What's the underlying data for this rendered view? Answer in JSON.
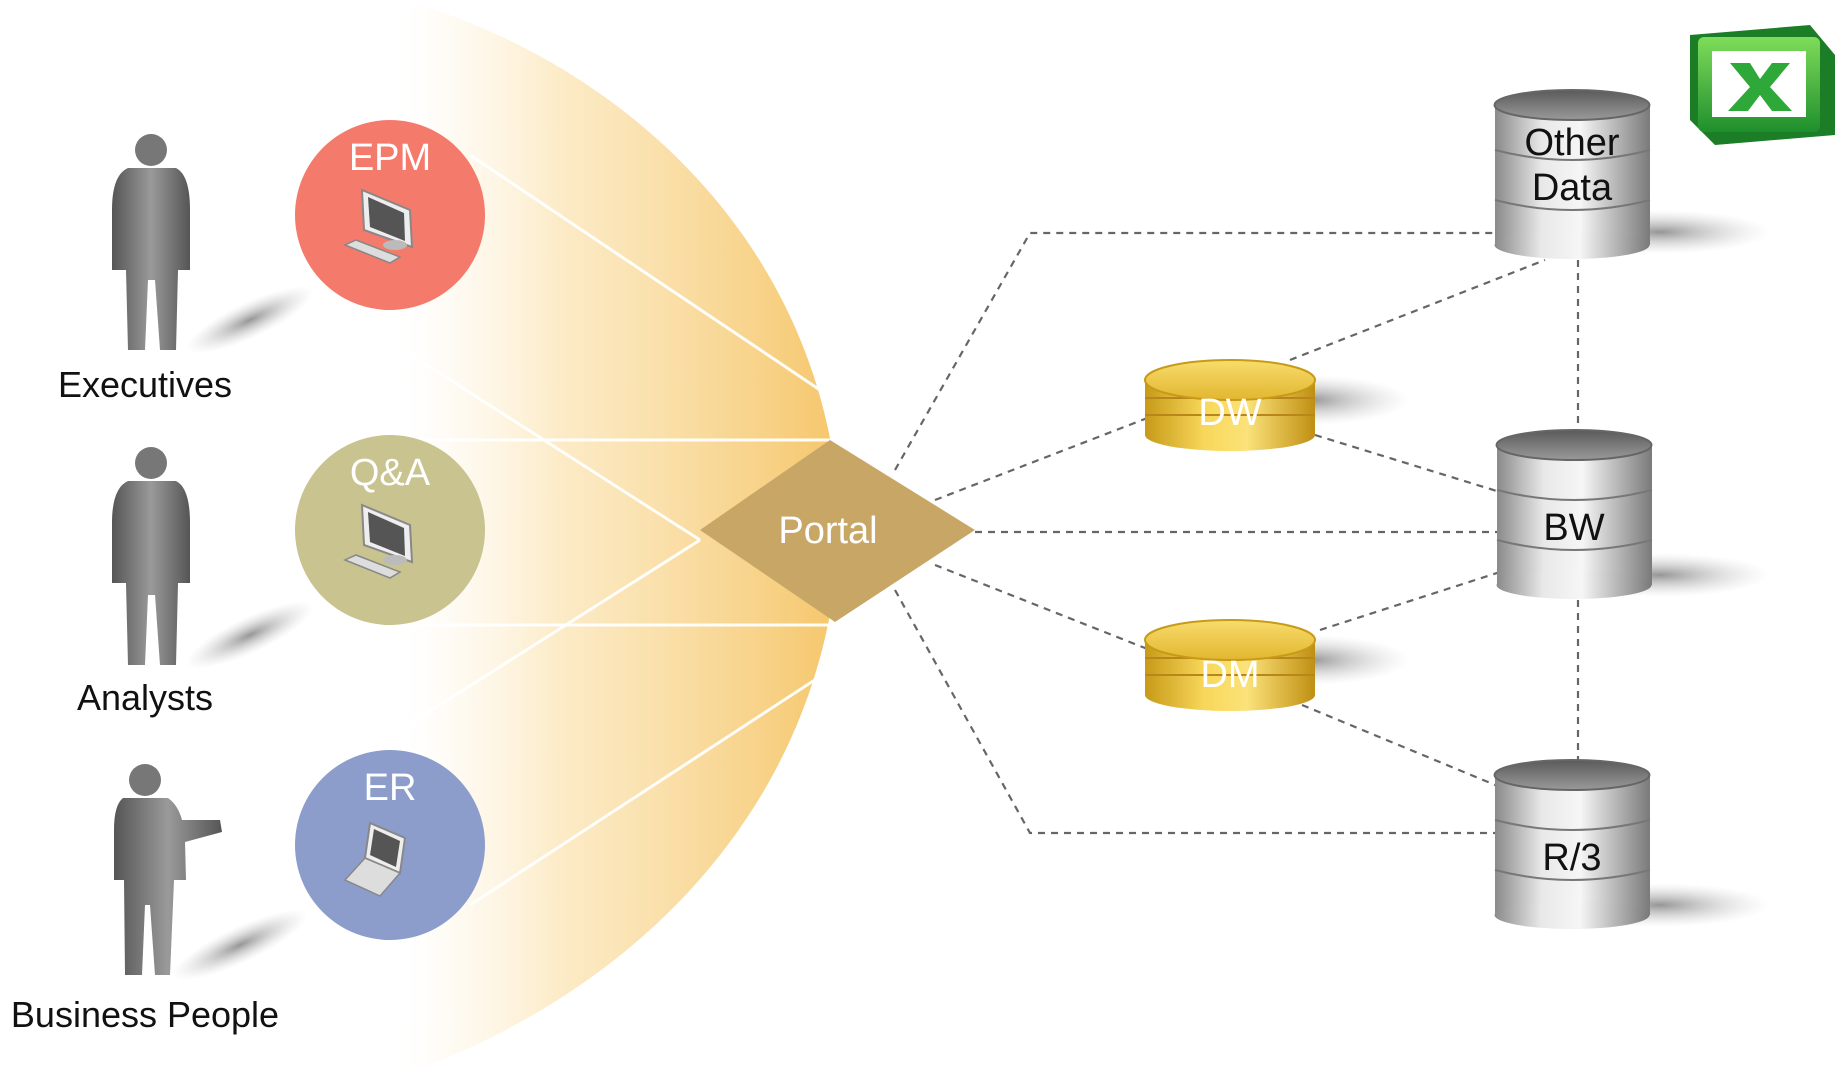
{
  "audiences": [
    {
      "label": "Executives"
    },
    {
      "label": "Analysts"
    },
    {
      "label": "Business People"
    }
  ],
  "tools": [
    {
      "label": "EPM",
      "color": "#f47a6c",
      "icon": "desktop-computer-icon"
    },
    {
      "label": "Q&A",
      "color": "#c8c38f",
      "icon": "desktop-computer-icon"
    },
    {
      "label": "ER",
      "color": "#8c9dcc",
      "icon": "laptop-icon"
    }
  ],
  "portal": {
    "label": "Portal",
    "color": "#c8a766"
  },
  "marts": [
    {
      "label": "DW"
    },
    {
      "label": "DM"
    }
  ],
  "sources": [
    {
      "line1": "Other",
      "line2": "Data"
    },
    {
      "line1": "BW"
    },
    {
      "line1": "R/3"
    }
  ],
  "excel": {
    "icon": "excel-icon",
    "color": "#2fa83a"
  }
}
